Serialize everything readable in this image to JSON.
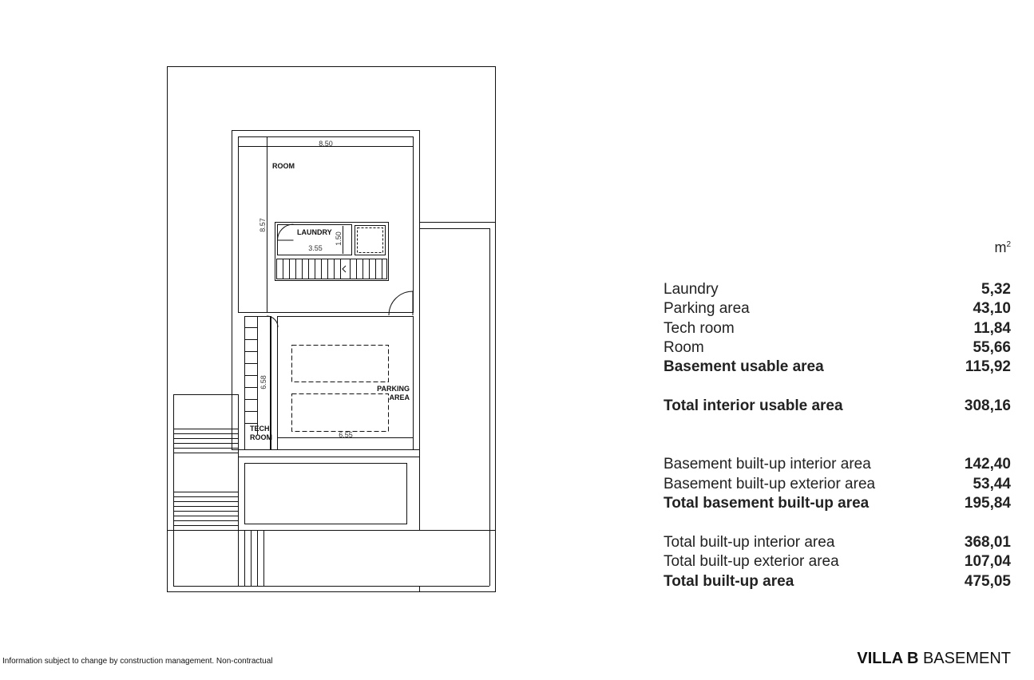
{
  "plan": {
    "labels": {
      "room": "ROOM",
      "laundry": "LAUNDRY",
      "parking_line1": "PARKING",
      "parking_line2": "AREA",
      "tech_line1": "TECH.",
      "tech_line2": "ROOM"
    },
    "dimensions": {
      "room_width": "8.50",
      "room_height": "8.57",
      "laundry_width": "3.55",
      "laundry_height": "1.50",
      "parking_height": "6.58",
      "parking_width": "6.55"
    }
  },
  "table": {
    "unit": "m",
    "unit_sup": "2",
    "rows": [
      {
        "label": "Laundry",
        "value": "5,32",
        "bold": false
      },
      {
        "label": "Parking area",
        "value": "43,10",
        "bold": false
      },
      {
        "label": "Tech room",
        "value": "11,84",
        "bold": false
      },
      {
        "label": "Room",
        "value": "55,66",
        "bold": false
      },
      {
        "label": "Basement usable area",
        "value": "115,92",
        "bold": true
      },
      {
        "label": "Total interior usable area",
        "value": "308,16",
        "bold": true
      },
      {
        "label": "Basement built-up interior area",
        "value": "142,40",
        "bold": false
      },
      {
        "label": "Basement built-up exterior area",
        "value": "53,44",
        "bold": false
      },
      {
        "label": "Total basement built-up area",
        "value": "195,84",
        "bold": true
      },
      {
        "label": "Total built-up interior area",
        "value": "368,01",
        "bold": false
      },
      {
        "label": "Total built-up exterior area",
        "value": "107,04",
        "bold": false
      },
      {
        "label": "Total built-up area",
        "value": "475,05",
        "bold": true
      }
    ]
  },
  "footer": {
    "disclaimer": "Information subject to change by construction management. Non-contractual",
    "title_villa": "VILLA B",
    "title_level": "BASEMENT"
  }
}
